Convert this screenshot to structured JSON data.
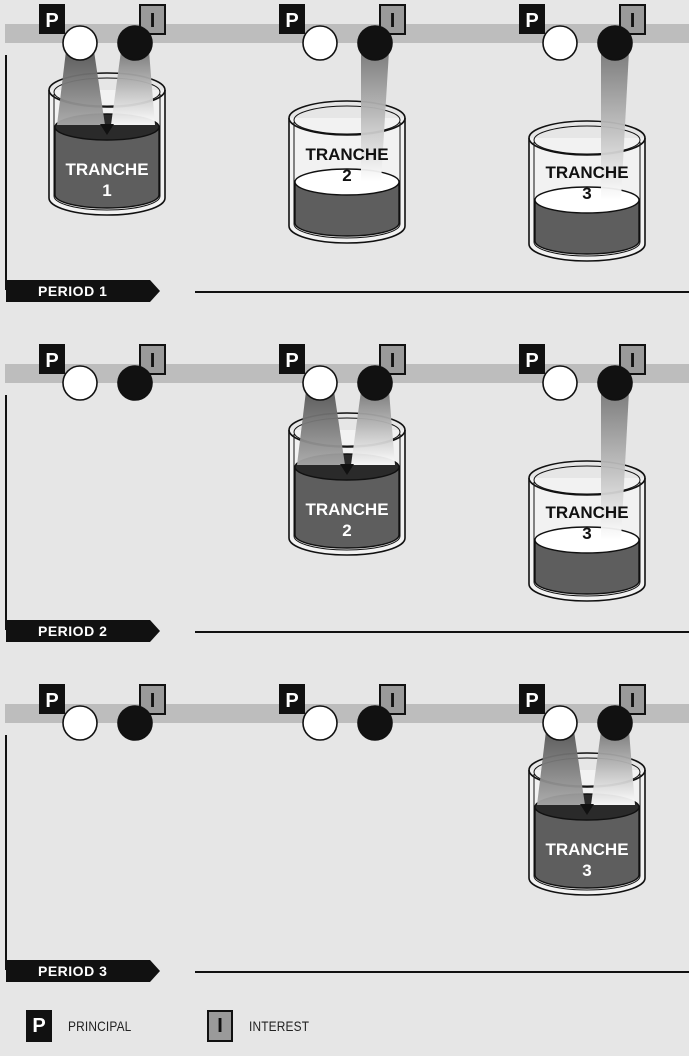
{
  "periods": [
    {
      "label": "PERIOD 1",
      "paying_tranche": 1
    },
    {
      "label": "PERIOD 2",
      "paying_tranche": 2
    },
    {
      "label": "PERIOD 3",
      "paying_tranche": 3
    }
  ],
  "box_labels": {
    "principal": "P",
    "interest": "I"
  },
  "tranche": {
    "word": "TRANCHE",
    "numbers": [
      "1",
      "2",
      "3"
    ]
  },
  "legend": {
    "principal": {
      "box": "P",
      "label": "PRINCIPAL"
    },
    "interest": {
      "box": "I",
      "label": "INTEREST"
    }
  },
  "colors": {
    "background": "#e6e6e6",
    "rail": "#bdbdbd",
    "principal_box": "#111111",
    "interest_box": "#9a9a9a",
    "cash_filled": "#5e5e5e",
    "ink": "#111111"
  }
}
